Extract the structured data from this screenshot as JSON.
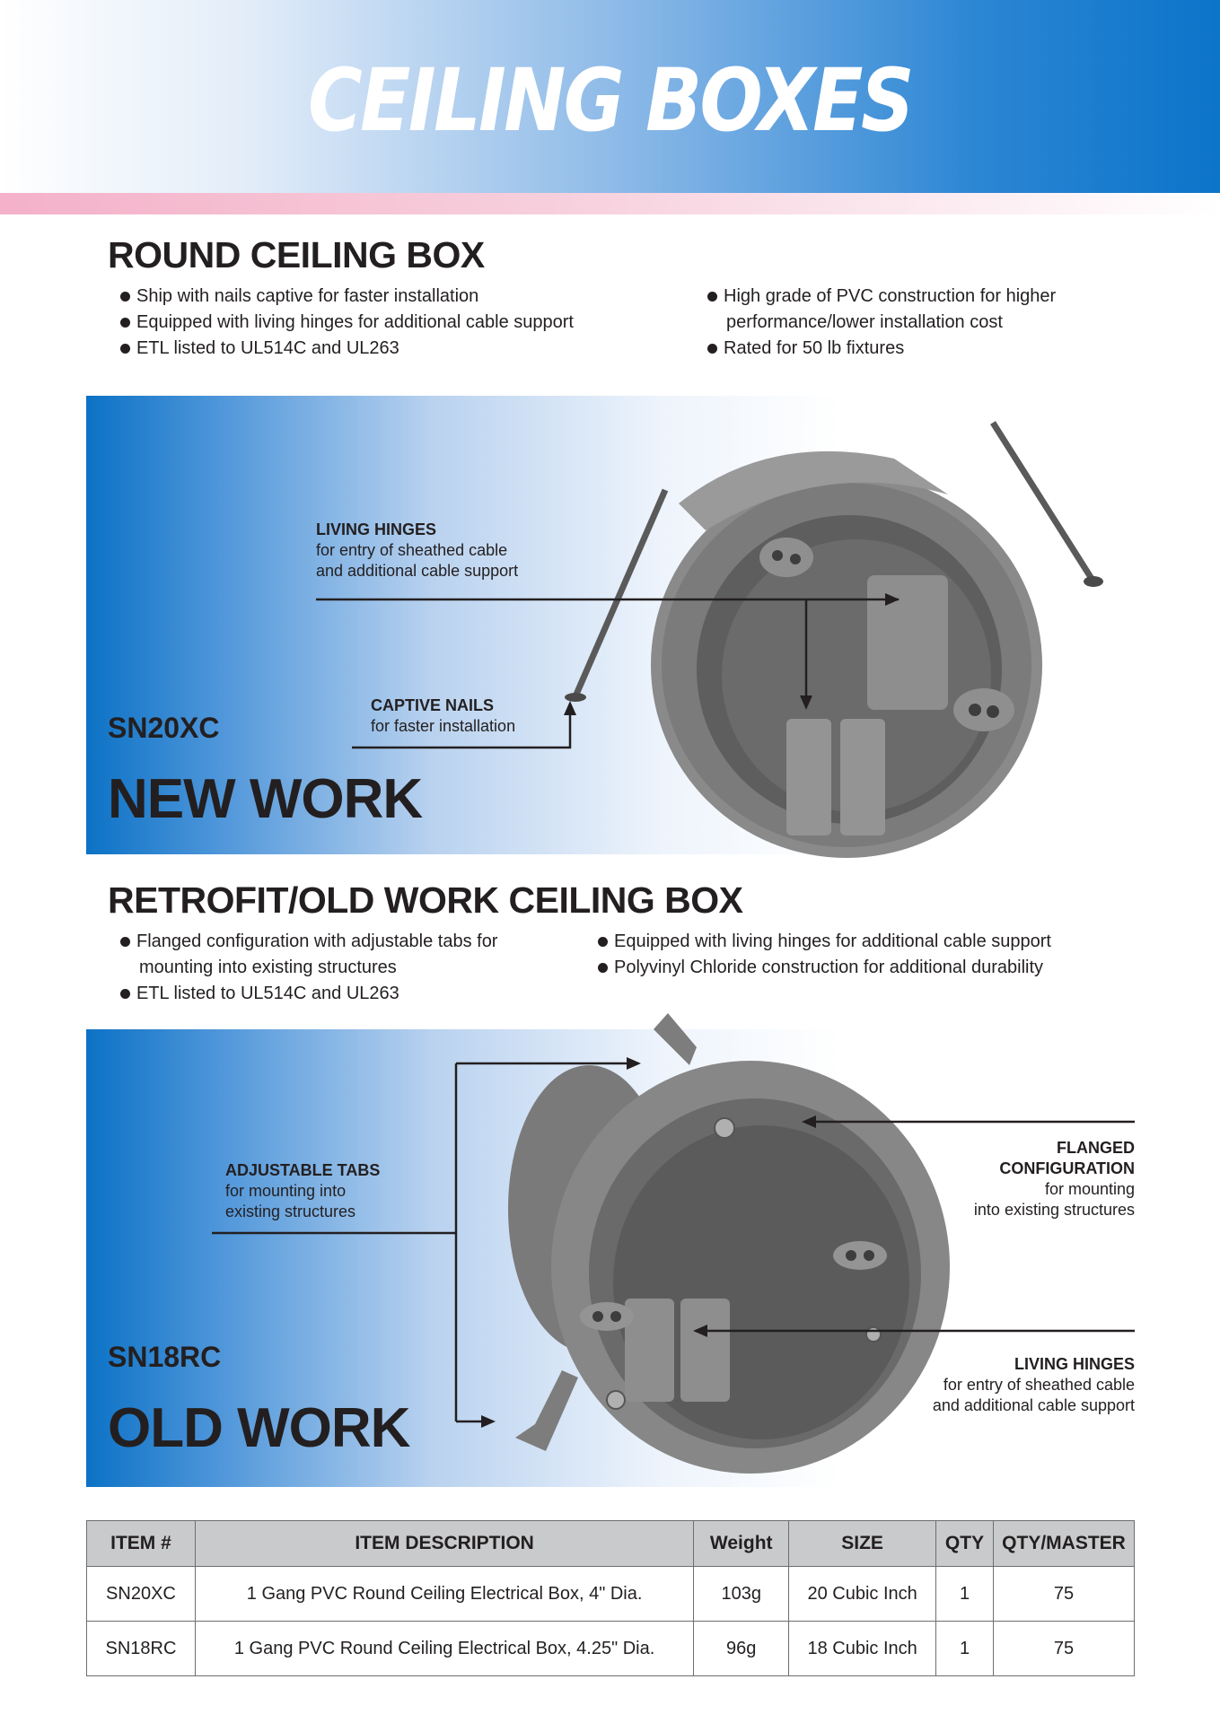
{
  "header": {
    "title": "CEILING BOXES"
  },
  "section1": {
    "title": "ROUND CEILING BOX",
    "bullets_left": [
      [
        "Ship with nails captive for faster installation"
      ],
      [
        "Equipped with living hinges for additional cable support"
      ],
      [
        "ETL listed to UL514C and UL263"
      ]
    ],
    "bullets_right": [
      [
        "High grade of PVC construction for higher",
        "performance/lower installation cost"
      ],
      [
        "Rated for 50 lb fixtures"
      ]
    ],
    "panel": {
      "model": "SN20XC",
      "work_type": "NEW WORK",
      "callouts": {
        "living_hinges": {
          "title": "LIVING HINGES",
          "lines": [
            "for entry of sheathed cable",
            "and additional cable support"
          ]
        },
        "captive_nails": {
          "title": "CAPTIVE NAILS",
          "lines": [
            "for faster installation"
          ]
        }
      }
    }
  },
  "section2": {
    "title": "RETROFIT/OLD WORK CEILING BOX",
    "bullets_left": [
      [
        "Flanged configuration with adjustable tabs for",
        "mounting into existing structures"
      ],
      [
        "ETL listed to UL514C and UL263"
      ]
    ],
    "bullets_right": [
      [
        "Equipped with living hinges for additional cable support"
      ],
      [
        "Polyvinyl Chloride construction for additional durability"
      ]
    ],
    "panel": {
      "model": "SN18RC",
      "work_type": "OLD WORK",
      "callouts": {
        "adjustable_tabs": {
          "title": "ADJUSTABLE TABS",
          "lines": [
            "for mounting into",
            "existing structures"
          ]
        },
        "flanged": {
          "title_lines": [
            "FLANGED",
            "CONFIGURATION"
          ],
          "lines": [
            "for mounting",
            "into existing structures"
          ]
        },
        "living_hinges": {
          "title": "LIVING HINGES",
          "lines": [
            "for entry of sheathed cable",
            "and additional cable support"
          ]
        }
      }
    }
  },
  "table": {
    "headers": [
      "ITEM #",
      "ITEM DESCRIPTION",
      "Weight",
      "SIZE",
      "QTY",
      "QTY/MASTER"
    ],
    "rows": [
      [
        "SN20XC",
        "1 Gang PVC Round Ceiling Electrical Box, 4\" Dia.",
        "103g",
        "20 Cubic Inch",
        "1",
        "75"
      ],
      [
        "SN18RC",
        "1 Gang PVC Round Ceiling Electrical Box, 4.25\" Dia.",
        "96g",
        "18 Cubic Inch",
        "1",
        "75"
      ]
    ]
  }
}
